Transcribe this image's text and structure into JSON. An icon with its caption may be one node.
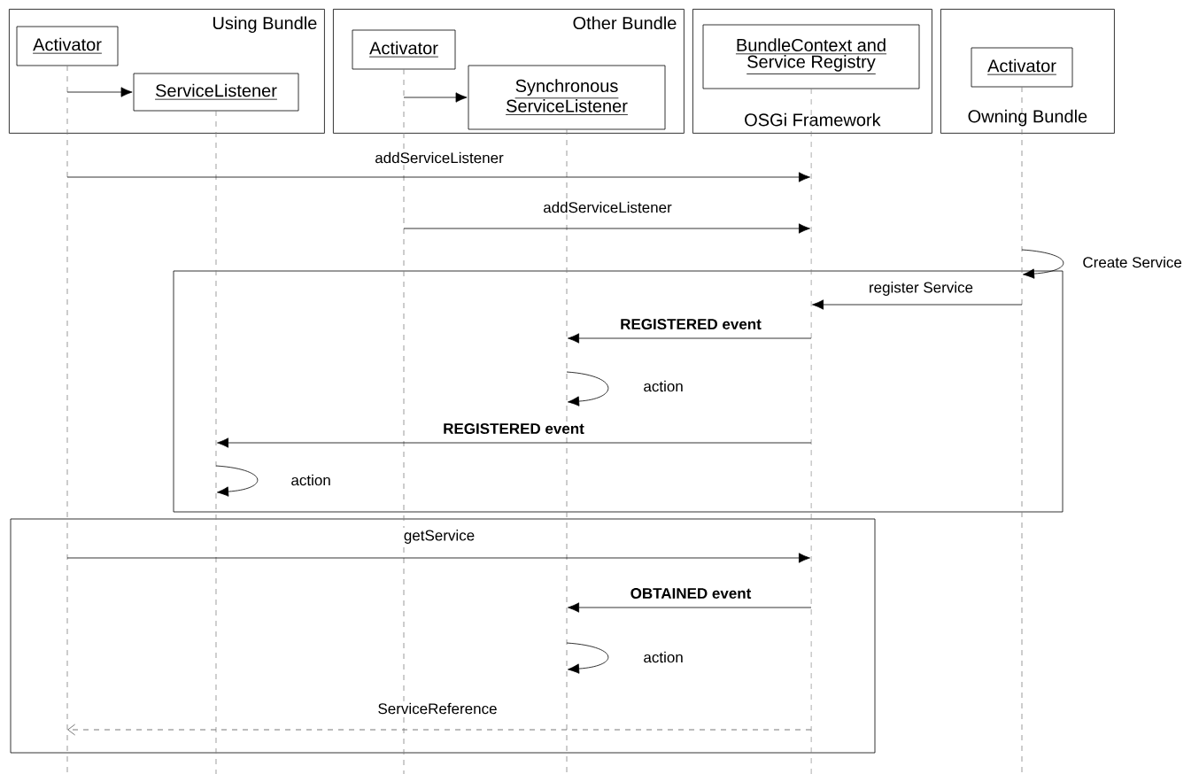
{
  "diagram": {
    "nodes": [
      {
        "text": [
          "Using Bundle"
        ]
      },
      {
        "text": [
          "Activator"
        ],
        "in": 0
      },
      {
        "text": [
          "ServiceListener"
        ],
        "in": 0
      },
      {
        "text": [
          "Other Bundle"
        ]
      },
      {
        "text": [
          "Activator"
        ],
        "in": 3
      },
      {
        "text": [
          "Synchronous ServiceListener"
        ],
        "in": 3
      },
      {
        "text": [
          "OSGi Framework"
        ]
      },
      {
        "text": [
          "BundleContext and Service Registry"
        ],
        "in": 6
      },
      {
        "text": [
          "Owning Bundle"
        ]
      },
      {
        "text": [
          "Activator"
        ],
        "in": 8
      },
      {
        "text": [],
        "shape": "line"
      },
      {
        "text": [],
        "shape": "line"
      },
      {
        "text": [],
        "shape": "line"
      },
      {
        "text": [],
        "shape": "line"
      },
      {
        "text": [],
        "shape": "line"
      },
      {
        "text": [],
        "shape": "line"
      }
    ],
    "edges": [
      {
        "from": 10,
        "to": 2,
        "arrow": "to"
      },
      {
        "from": 12,
        "to": 5,
        "arrow": "to"
      },
      {
        "from": 10,
        "to": 14,
        "arrow": "to",
        "label": "addServiceListener"
      },
      {
        "from": 12,
        "to": 14,
        "arrow": "to",
        "label": "addServiceListener"
      },
      {
        "from": 15,
        "to": 15,
        "arrow": "to",
        "label": "Create Service"
      },
      {
        "from": 15,
        "to": 14,
        "arrow": "to",
        "label": "register Service"
      },
      {
        "from": 14,
        "to": 13,
        "arrow": "to",
        "label": "**REGISTERED event**"
      },
      {
        "from": 13,
        "to": 13,
        "arrow": "to",
        "label": "action"
      },
      {
        "from": 14,
        "to": 11,
        "arrow": "to",
        "label": "**REGISTERED event**"
      },
      {
        "from": 11,
        "to": 11,
        "arrow": "to",
        "label": "action"
      },
      {
        "from": 10,
        "to": 14,
        "arrow": "to",
        "label": "getService"
      },
      {
        "from": 14,
        "to": 13,
        "arrow": "to",
        "label": "**OBTAINED event**"
      },
      {
        "from": 13,
        "to": 13,
        "arrow": "to",
        "label": "action"
      },
      {
        "from": 14,
        "to": 10,
        "arrow": "to",
        "label": "ServiceReference",
        "style": "dashed",
        "color": "#555555"
      }
    ]
  }
}
